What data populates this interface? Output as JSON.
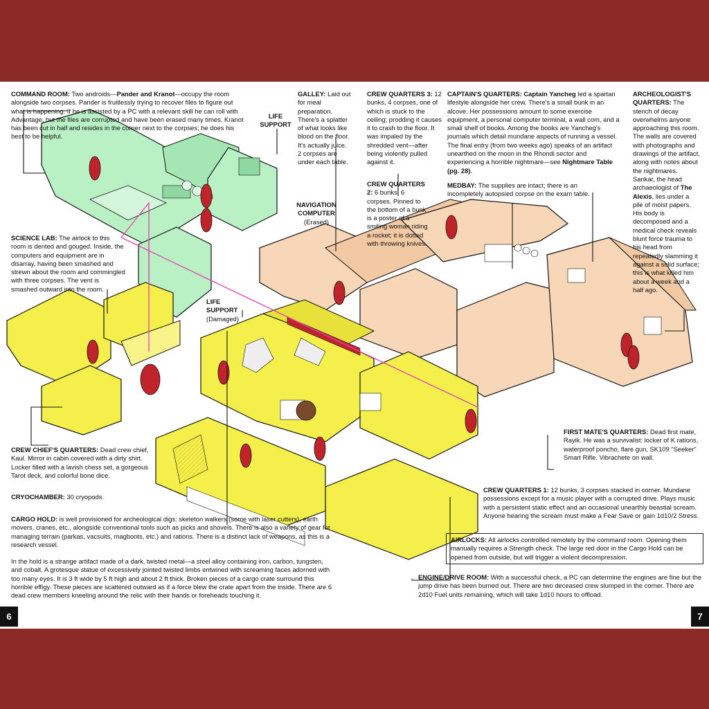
{
  "command": {
    "title": "COMMAND ROOM:",
    "p1": " Two androids—",
    "names": "Pander and Kranot",
    "p2": "—occupy the room alongside two corpses. Pander is fruitlessly trying to recover files to figure out what is happening. If he is assisted by a PC with a relevant skill he can roll with Advantage, but the files are corrupted and have been erased many times. Kranot has been cut in half and resides in the corner next to the corpses; he does his best to be helpful."
  },
  "life_support": {
    "line1": "LIFE",
    "line2": "SUPPORT"
  },
  "galley": {
    "title": "GALLEY:",
    "text": " Laid out for meal preparation. There's a splatter of what looks like blood on the floor. It's actually juice. 2 corpses are under each table."
  },
  "navigation": {
    "line1": "NAVIGATION",
    "line2": "COMPUTER",
    "line3": "(Erased)"
  },
  "crew3": {
    "title": "CREW QUARTERS 3:",
    "text": " 12 bunks, 4 corpses, one of which is stuck to the ceiling; prodding it causes it to crash to the floor. It was impaled by the shredded vent—after being violently pulled against it."
  },
  "crew2": {
    "title": "CREW QUARTERS 2:",
    "text": " 6 bunks, 6 corpses. Pinned to the bottom of a bunk is a poster of a smiling woman riding a rocket; it is dotted with throwing knives."
  },
  "captain": {
    "title": "CAPTAIN'S QUARTERS:",
    "name": " Captain Yancheg",
    "text": " led a spartan lifestyle alongside her crew. There's a small bunk in an alcove. Her possessions amount to some exercise equipment, a personal computer terminal, a wall com, and a small shelf of books. Among the books are Yancheg's journals which detail mundane aspects of running a vessel. The final entry (from two weeks ago) speaks of an artifact unearthed on the moon in the Rhondi sector and experiencing a horrible nightmare—see ",
    "ref": "Nightmare Table (pg. 28)",
    "end": "."
  },
  "medbay": {
    "title": "MEDBAY:",
    "text": " The supplies are intact; there is an incompletely autopsied corpse on the exam table."
  },
  "archeologist": {
    "title1": "ARCHEOLOGIST'S",
    "title2": "QUARTERS:",
    "text": " The stench of decay overwhelms anyone approaching this room. The walls are covered with photographs and drawings of the artifact, along with notes about the nightmares. Sankar, the head archaeologist of ",
    "ship": "The Alexis",
    "text2": ", lies under a pile of moist papers. His body is decomposed and a medical check reveals blunt force trauma to his head from repeatedly slamming it against a solid surface; this is what killed him about a week and a half ago."
  },
  "science": {
    "title": "SCIENCE LAB:",
    "text": " The airlock to this room is dented and gouged. Inside, the computers and equipment are in disarray, having been smashed and strewn about the room and commingled with three corpses. The vent is smashed outward into the room."
  },
  "life_support2": {
    "line1": "LIFE",
    "line2": "SUPPORT",
    "line3": "(Damaged)"
  },
  "first_mate": {
    "title": "FIRST MATE'S QUARTERS:",
    "text": " Dead first mate, Rayik. He was a survivalist: locker of K rations, waterproof poncho, flare gun, SK109 \"Seeker\" Smart Rifle. Vibrachete on wall."
  },
  "crew_chief": {
    "title": "CREW CHIEF'S QUARTERS:",
    "text": " Dead crew chief, Kaul. Mirror in cabin covered with a dirty shirt. Locker filled with a lavish chess set, a gorgeous Tarot deck, and colorful bone dice."
  },
  "cryo": {
    "title": "CRYOCHAMBER:",
    "text": " 30 cryopods."
  },
  "crew1": {
    "title": "CREW QUARTERS 1:",
    "text": " 12 bunks, 3 corpses stacked in corner. Mundane possessions except for a music player with a corrupted drive. Plays music with a persistent static effect and an occasional unearthly beastial scream. Anyone hearing the scream must make a Fear Save or gain 1d10/2 Stress."
  },
  "airlocks": {
    "title": "AIRLOCKS:",
    "text": " All airlocks controlled remotely by the command room. Opening them manually requires a Strength check. The large red door in the Cargo Hold can be opened from outside, but will trigger a violent decompression."
  },
  "cargo": {
    "title": "CARGO HOLD:",
    "text": " is well provisioned for archeological digs: skeleton walkers (some with laser cutters), earth movers, cranes, etc., alongside conventional tools such as picks and shovels. There is also a variety of gear for managing terrain (parkas, vacsuits, magboots, etc.) and rations. There is a distinct lack of weapons, as this is a research vessel.",
    "p2": "In the hold is a strange artifact made of a dark, twisted metal—a steel alloy containing iron, carbon, tungsten, and cobalt. A grotesque statue of excessively jointed twisted limbs entwined with screaming faces adorned with too many eyes. It is 3 ft wide by 5 ft high and about 2 ft thick. Broken pieces of a cargo crate surround this horrible effigy. These pieces are scattered outward as if a force blew the crate apart from the inside. There are 6 dead crew members kneeling around the relic with their hands or foreheads touching it."
  },
  "engine": {
    "title": "ENGINE/DRIVE ROOM:",
    "text": " With a successful check, a PC can determine the engines are fine but the jump drive has been burned out. There are two deceased crew slumped in the corner. There are 2d10 Fuel units remaining, which will take 1d10 hours to offload."
  },
  "pages": {
    "left": "6",
    "right": "7"
  },
  "colors": {
    "band": "#8b2a26",
    "green": "#b9f0c4",
    "peach": "#f7d7b8",
    "yellow": "#f4ef4a",
    "door": "#c0242a"
  }
}
